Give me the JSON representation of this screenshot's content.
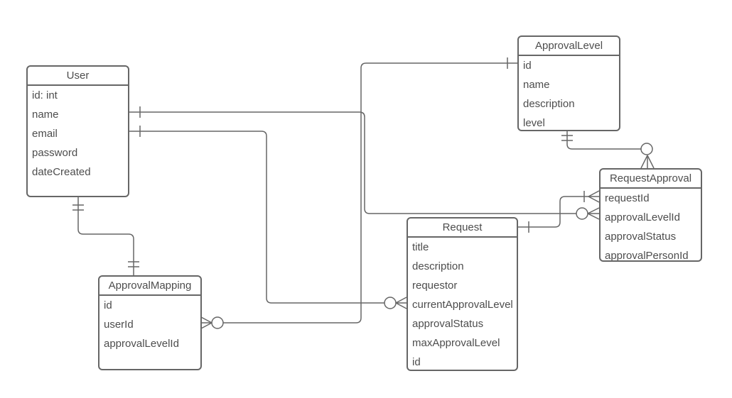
{
  "diagram": {
    "type": "entity-relationship",
    "notation": "crows-foot",
    "background_color": "#ffffff",
    "line_color": "#666666",
    "text_color": "#4d4d4d",
    "box_fill_color": "#ffffff"
  },
  "entities": {
    "user": {
      "title": "User",
      "rows": [
        "id: int",
        "name",
        "email",
        "password",
        "dateCreated"
      ]
    },
    "approvalLevel": {
      "title": "ApprovalLevel",
      "rows": [
        "id",
        "name",
        "description",
        "level"
      ]
    },
    "requestApproval": {
      "title": "RequestApproval",
      "rows": [
        "requestId",
        "approvalLevelId",
        "approvalStatus",
        "approvalPersonId"
      ]
    },
    "request": {
      "title": "Request",
      "rows": [
        "title",
        "description",
        "requestor",
        "currentApprovalLevel",
        "approvalStatus",
        "maxApprovalLevel",
        "id"
      ]
    },
    "approvalMapping": {
      "title": "ApprovalMapping",
      "rows": [
        "id",
        "userId",
        "approvalLevelId"
      ]
    }
  },
  "relationships": [
    {
      "from": "User",
      "to": "ApprovalMapping",
      "from_cardinality": "exactly-one",
      "to_cardinality": "exactly-one"
    },
    {
      "from": "User",
      "to": "Request",
      "to_row": "currentApprovalLevel",
      "from_cardinality": "one",
      "to_cardinality": "zero-or-many"
    },
    {
      "from": "User",
      "to": "RequestApproval",
      "to_row": "approvalLevelId",
      "from_cardinality": "one",
      "to_cardinality": "zero-or-many"
    },
    {
      "from": "ApprovalLevel",
      "from_row": "id",
      "to": "ApprovalMapping",
      "to_row": "userId",
      "from_cardinality": "one",
      "to_cardinality": "zero-or-many"
    },
    {
      "from": "ApprovalLevel",
      "to": "RequestApproval",
      "from_cardinality": "exactly-one",
      "to_cardinality": "zero-or-many"
    },
    {
      "from": "Request",
      "to": "RequestApproval",
      "to_row": "requestId",
      "from_cardinality": "one",
      "to_cardinality": "one-or-many"
    }
  ]
}
